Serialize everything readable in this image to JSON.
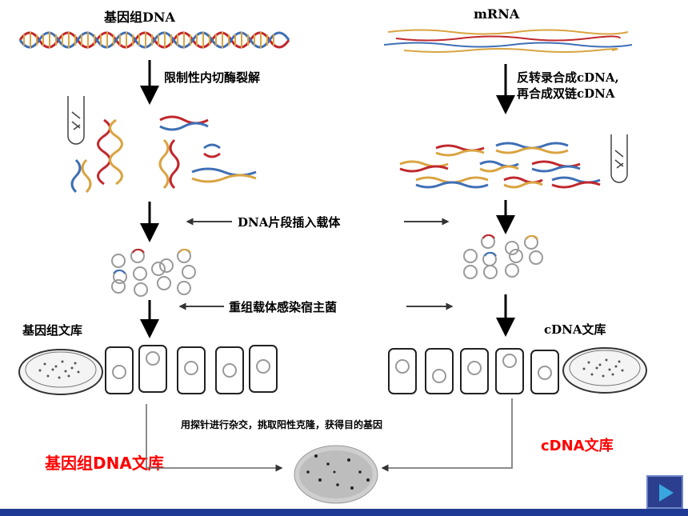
{
  "labels": {
    "genomic_dna": "基因组DNA",
    "mrna": "mRNA",
    "restriction_step": "限制性内切酶裂解",
    "reverse_step_1": "反转录合成cDNA,",
    "reverse_step_2": "再合成双链cDNA",
    "insert_step": "DNA片段插入载体",
    "infect_step": "重组载体感染宿主菌",
    "genomic_library": "基因组文库",
    "cdna_library": "cDNA文库",
    "probe_step": "用探针进行杂交，挑取阳性克隆，获得目的基因",
    "genomic_dna_library_red": "基因组DNA文库",
    "cdna_library_red": "cDNA文库"
  },
  "colors": {
    "red_text": "#ff0000",
    "helix_orange": "#d9a441",
    "helix_red": "#c0282d",
    "helix_blue": "#3f6fb5",
    "nav_blue": "#2b3f8e"
  },
  "icons": {
    "next": "next-slide-icon"
  }
}
